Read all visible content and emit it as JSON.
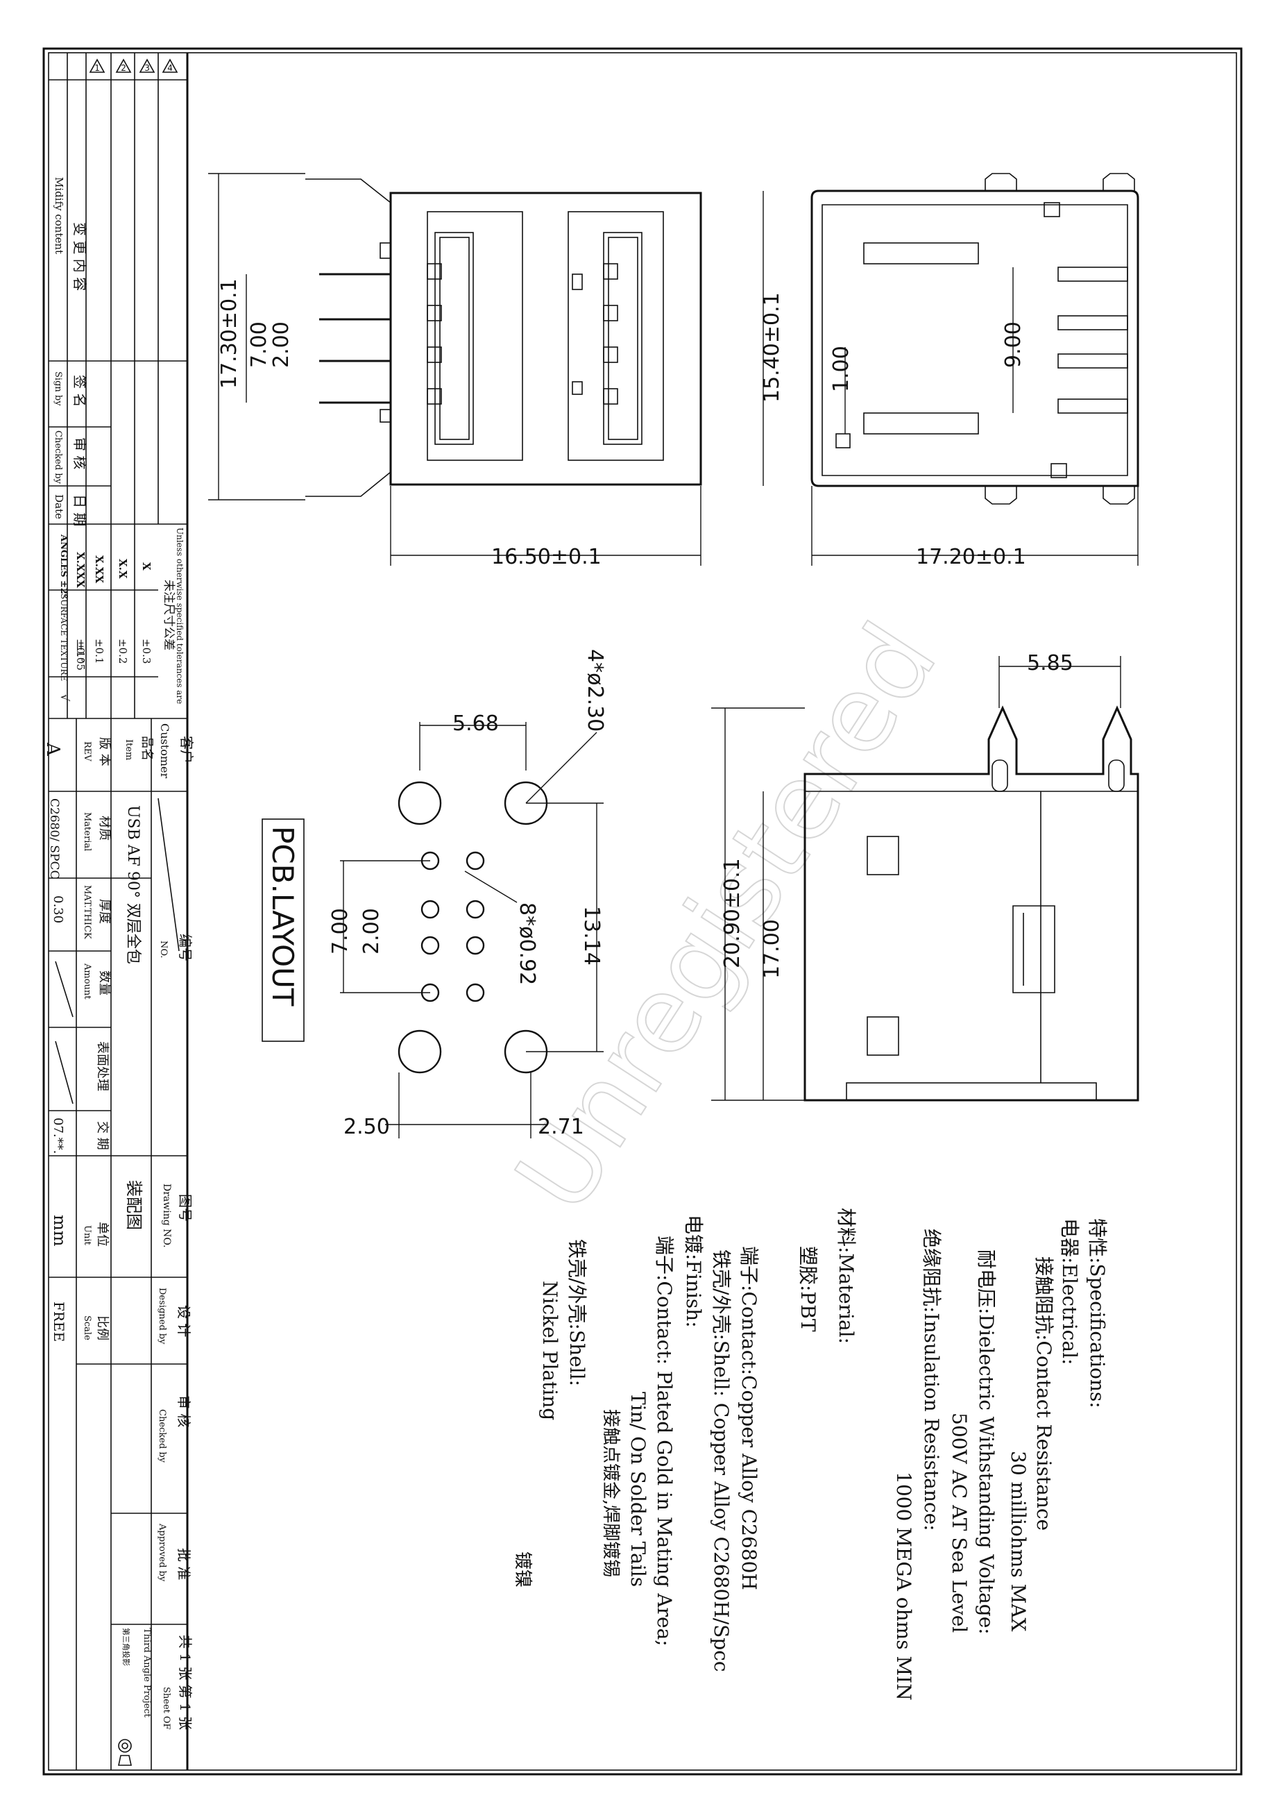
{
  "title_block": {
    "revision_marks": [
      "4",
      "3",
      "2",
      "1"
    ],
    "modify_content_label_cn": "变 更 内 容",
    "modify_content_label_en": "Midify content",
    "sign_label_cn": "签 名",
    "sign_label_en": "Sign by",
    "checked_label_cn": "审 核",
    "checked_label_en": "Checked by",
    "date_label_cn": "日 期",
    "date_label_en": "Date",
    "tolerance_note_en": "Unless otherwise specified tolerances are",
    "tolerance_note_cn": "未注尺寸公差",
    "tolerance_rows": [
      {
        "format": "X",
        "value": "±0.3"
      },
      {
        "format": "X.X",
        "value": "±0.2"
      },
      {
        "format": "X.XX",
        "value": "±0.1"
      },
      {
        "format": "X.XXX",
        "value": "±0.05"
      }
    ],
    "angles_label": "ANGLES ±2°",
    "surface_texture_label": "SURFACE TEXTURE",
    "angles_value": "±1°",
    "customer_label_cn": "客户",
    "customer_label_en": "Customer",
    "item_label_cn": "品名",
    "item_label_en": "Item",
    "item_value": "USB AF 90° 双层全包",
    "rev_label_cn": "版 本",
    "rev_label_en": "REV",
    "rev_value": "A",
    "material_label_cn": "材质",
    "material_label_en": "Material",
    "material_value": "C2680/ SPCC",
    "thick_label_cn": "厚度",
    "thick_label_en": "MAT.THICK",
    "thick_value": "0.30",
    "no_label_cn": "编号",
    "no_label_en": "NO.",
    "amount_label_cn": "数量",
    "amount_label_en": "Amount",
    "finish_label_cn": "表面处理",
    "delivery_label_cn": "交 期",
    "delivery_value": "07.**.",
    "drawing_no_label_cn": "图号",
    "drawing_no_label_en": "Drawing NO.",
    "drawing_no_value": "装配图",
    "unit_label_cn": "单位",
    "unit_label_en": "Unit",
    "unit_value": "mm",
    "scale_label_cn": "比例",
    "scale_label_en": "Scale",
    "scale_value": "FREE",
    "designed_label_cn": "设 计",
    "designed_label_en": "Designed by",
    "checked2_label_cn": "审 核",
    "checked2_label_en": "Checked by",
    "approved_label_cn": "批 准",
    "approved_label_en": "Approved by",
    "sheet_label_cn": "共 1 张 第 1 张",
    "sheet_label_en": "Sheet OF",
    "projection_label_en": "Third Angle Project",
    "projection_label_cn": "第三角投影"
  },
  "dimensions": {
    "front_height": "17.30±0.1",
    "front_pin_span": "7.00",
    "front_pin_pitch": "2.00",
    "front_width": "16.50±0.1",
    "side_height": "15.40±0.1",
    "side_pin_span": "9.00",
    "side_offset": "1.00",
    "side_width": "17.20±0.1",
    "bottom_leg_span": "5.85",
    "bottom_total": "20.90±0.1",
    "bottom_body": "17.00",
    "pcb_hole_big": "4*ø2.30",
    "pcb_spacing_top": "5.68",
    "pcb_hole_small": "8*ø0.92",
    "pcb_height": "13.14",
    "pcb_pin_span": "7.00",
    "pcb_pin_pitch": "2.00",
    "pcb_bottom_left": "2.50",
    "pcb_bottom_right": "2.71"
  },
  "pcb_layout_label": "PCB.LAYOUT",
  "watermark": "Unregistered",
  "specifications": [
    "特性:Specifications:",
    "电器:Electrical:",
    "接触阻抗:Contact Resistance",
    "30 milliohms MAX",
    "耐电压:Dielectric Withstanding Voltage:",
    "500V AC AT Sea Level",
    "绝缘阻抗:Insulation Resistance:",
    "1000 MEGA ohms MIN",
    "材料:Material:",
    "塑胶:PBT",
    "端子:Contact:Copper Alloy  C2680H",
    "铁壳/外壳:Shell: Copper Alloy  C2680H/Spcc",
    "电镀:Finish:",
    "端子:Contact: Plated Gold in Mating Area;",
    "Tin/ On Solder Tails",
    "接触点镀金,焊脚镀锡",
    "铁壳/外壳:Shell:",
    "Nickel Plating",
    "镀镍"
  ]
}
